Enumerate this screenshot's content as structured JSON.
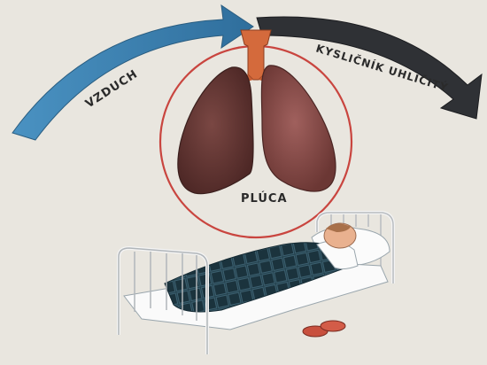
{
  "labels": {
    "air": "VZDUCH",
    "co2": "KYSLIČNÍK UHLIČITÝ",
    "lungs": "PLÚCA"
  },
  "colors": {
    "paper": "#e9e6df",
    "inhale_arrow": "#3f87b8",
    "exhale_arrow": "#2f3135",
    "circle": "#c9453f",
    "trachea": "#d46a3c",
    "lung_left": "#6a3a36",
    "lung_right": "#8a4f4d",
    "blanket": "#1f3a45"
  }
}
